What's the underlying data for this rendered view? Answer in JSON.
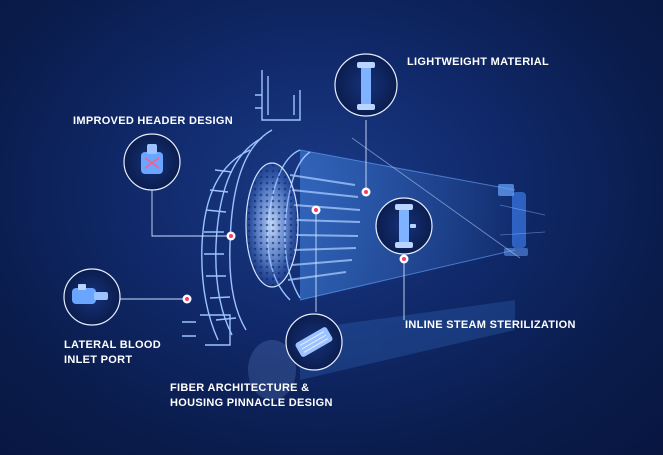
{
  "callouts": {
    "lightweight_material": {
      "line1": "LIGHTWEIGHT MATERIAL"
    },
    "improved_header_design": {
      "line1": "IMPROVED HEADER DESIGN"
    },
    "lateral_blood_inlet_port": {
      "line1": "LATERAL BLOOD",
      "line2": "INLET PORT"
    },
    "fiber_architecture": {
      "line1": "FIBER ARCHITECTURE &",
      "line2": "HOUSING PINNACLE DESIGN"
    },
    "inline_steam_sterilization": {
      "line1": "INLINE STEAM STERILIZATION"
    }
  },
  "colors": {
    "background": "#0b1d4e",
    "wireframe": "#9cc3ff",
    "accent_glow": "#3d8bff",
    "marker": "#ff3a6a",
    "text": "#ffffff"
  },
  "icons": [
    "filter-cartridge-icon",
    "header-cap-icon",
    "blood-port-icon",
    "fiber-bundle-icon",
    "steam-cartridge-icon"
  ]
}
